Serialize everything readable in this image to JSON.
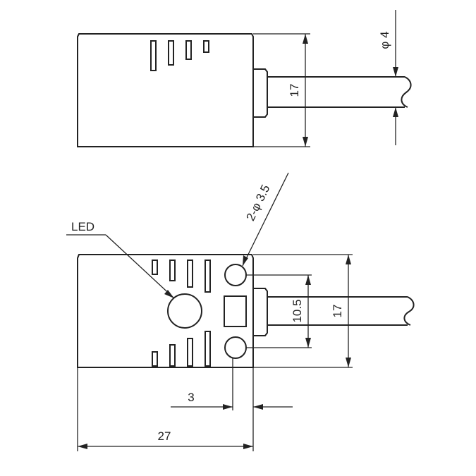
{
  "labels": {
    "cable_diameter": "φ 4",
    "height_side": "17",
    "hole_spec": "2-φ 3.5",
    "led": "LED",
    "hole_spacing": "10.5",
    "height_front": "17",
    "hole_offset": "3",
    "length": "27"
  }
}
